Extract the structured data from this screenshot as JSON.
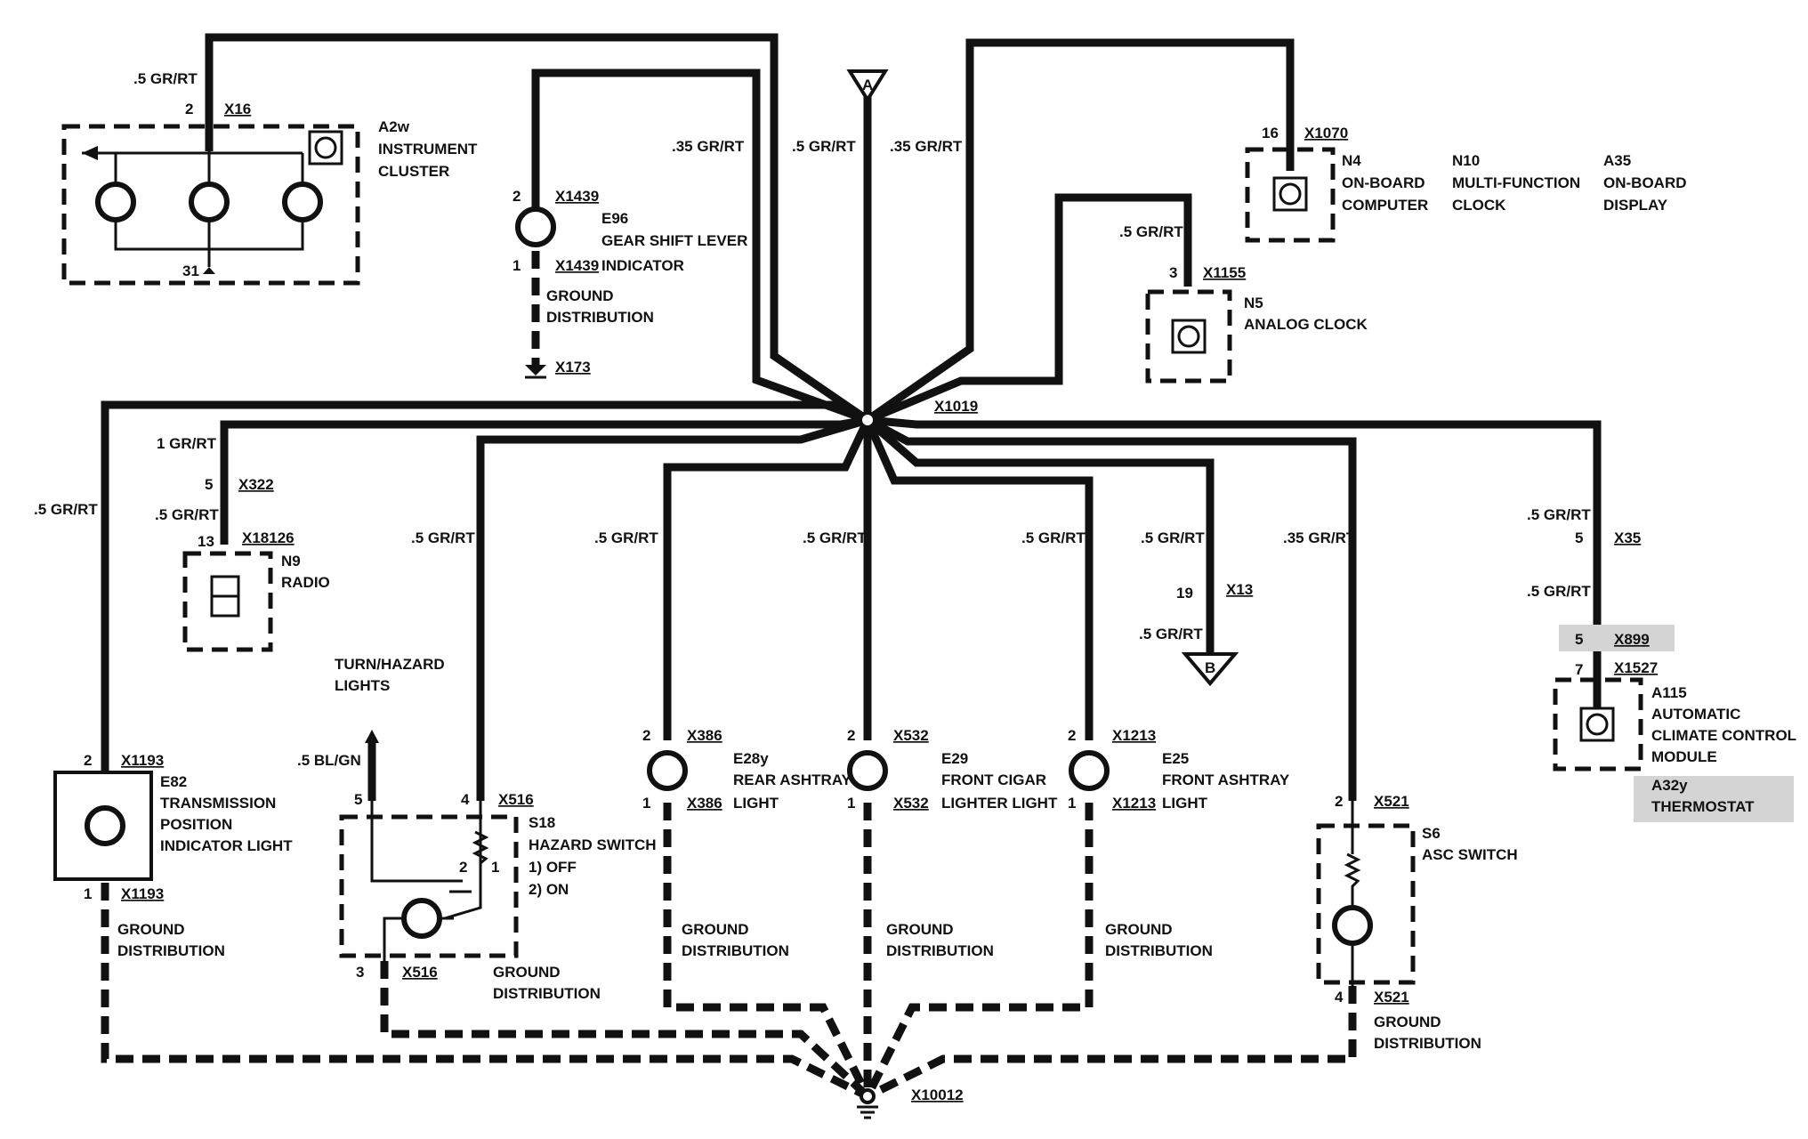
{
  "components": {
    "a2w": {
      "code": "A2w",
      "line1": "INSTRUMENT",
      "line2": "CLUSTER",
      "wire": ".5 GR/RT",
      "pin": "2",
      "conn": "X16",
      "gnd_pin": "31"
    },
    "e96": {
      "code": "E96",
      "line1": "GEAR SHIFT LEVER",
      "line2": "INDICATOR",
      "wire": ".35 GR/RT",
      "pin_top": "2",
      "conn_top": "X1439",
      "pin_bot": "1",
      "conn_bot": "X1439",
      "gnd1": "GROUND",
      "gnd2": "DISTRIBUTION",
      "gnd_conn": "X173"
    },
    "n4": {
      "code": "N4",
      "line1": "ON-BOARD",
      "line2": "COMPUTER",
      "pin": "16",
      "conn": "X1070"
    },
    "n10": {
      "code": "N10",
      "line1": "MULTI-FUNCTION",
      "line2": "CLOCK"
    },
    "a35": {
      "code": "A35",
      "line1": "ON-BOARD",
      "line2": "DISPLAY"
    },
    "n5": {
      "code": "N5",
      "line1": "ANALOG CLOCK",
      "wire": ".5 GR/RT",
      "pin": "3",
      "conn": "X1155"
    },
    "n9": {
      "code": "N9",
      "line1": "RADIO",
      "wire_a": "1 GR/RT",
      "pin_a": "5",
      "conn_a": "X322",
      "wire_b": ".5 GR/RT",
      "pin_b": "13",
      "conn_b": "X18126"
    },
    "e82": {
      "code": "E82",
      "line1": "TRANSMISSION",
      "line2": "POSITION",
      "line3": "INDICATOR LIGHT",
      "wire": ".5 GR/RT",
      "pin_top": "2",
      "conn_top": "X1193",
      "pin_bot": "1",
      "conn_bot": "X1193",
      "gnd1": "GROUND",
      "gnd2": "DISTRIBUTION"
    },
    "s18": {
      "code": "S18",
      "line1": "HAZARD SWITCH",
      "opt1": "1)   OFF",
      "opt2": "2)   ON",
      "wire": ".5 GR/RT",
      "turn1": "TURN/HAZARD",
      "turn2": "LIGHTS",
      "bl_wire": ".5 BL/GN",
      "pin_in": "5",
      "pin_out": "4",
      "conn": "X516",
      "sw2": "2",
      "sw1": "1",
      "pin_gnd": "3",
      "conn_gnd": "X516",
      "gnd1": "GROUND",
      "gnd2": "DISTRIBUTION"
    },
    "e28y": {
      "code": "E28y",
      "line1": "REAR ASHTRAY",
      "line2": "LIGHT",
      "wire": ".5 GR/RT",
      "pin_top": "2",
      "conn_top": "X386",
      "pin_bot": "1",
      "conn_bot": "X386",
      "gnd1": "GROUND",
      "gnd2": "DISTRIBUTION"
    },
    "e29": {
      "code": "E29",
      "line1": "FRONT CIGAR",
      "line2": "LIGHTER LIGHT",
      "wire": ".5 GR/RT",
      "pin_top": "2",
      "conn_top": "X532",
      "pin_bot": "1",
      "conn_bot": "X532",
      "gnd1": "GROUND",
      "gnd2": "DISTRIBUTION"
    },
    "e25": {
      "code": "E25",
      "line1": "FRONT ASHTRAY",
      "line2": "LIGHT",
      "wire": ".5 GR/RT",
      "pin_top": "2",
      "conn_top": "X1213",
      "pin_bot": "1",
      "conn_bot": "X1213",
      "gnd1": "GROUND",
      "gnd2": "DISTRIBUTION"
    },
    "b": {
      "wire_a": ".5 GR/RT",
      "pin": "19",
      "conn": "X13",
      "wire_b": ".5 GR/RT",
      "label": "B"
    },
    "s6": {
      "code": "S6",
      "line1": "ASC SWITCH",
      "wire": ".35 GR/RT",
      "pin_top": "2",
      "conn_top": "X521",
      "pin_bot": "4",
      "conn_bot": "X521",
      "gnd1": "GROUND",
      "gnd2": "DISTRIBUTION"
    },
    "a115": {
      "code": "A115",
      "line1": "AUTOMATIC",
      "line2": "CLIMATE CONTROL",
      "line3": "MODULE",
      "wire_a": ".5 GR/RT",
      "pin_a": "5",
      "conn_a": "X35",
      "wire_b": ".5 GR/RT",
      "pin_b": "5",
      "conn_b": "X899",
      "pin_c": "7",
      "conn_c": "X1527"
    },
    "a32y": {
      "code": "A32y",
      "line1": "THERMOSTAT"
    },
    "top": {
      "label": "A",
      "wire_left": ".35 GR/RT",
      "wire_mid": ".5 GR/RT",
      "wire_right": ".35 GR/RT"
    },
    "hub": {
      "conn": "X1019"
    },
    "ground": {
      "conn": "X10012"
    }
  }
}
